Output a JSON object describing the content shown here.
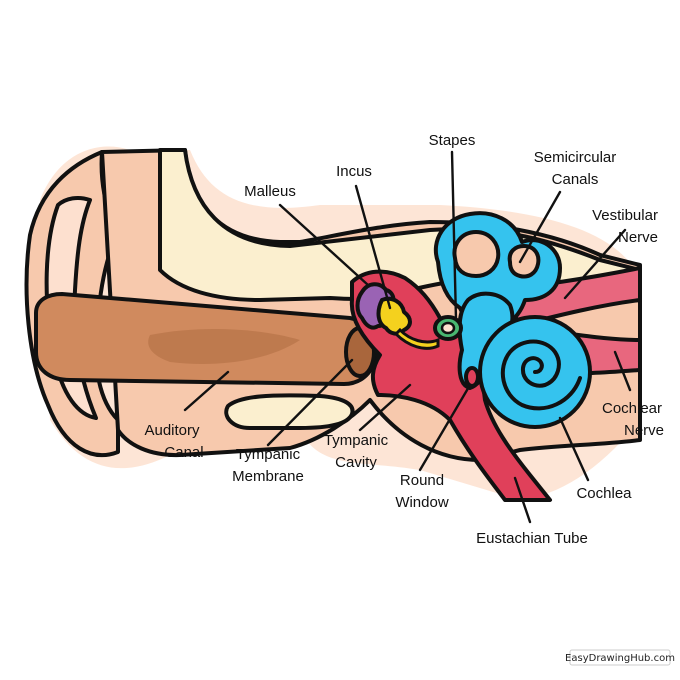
{
  "colors": {
    "skin": "#f7c9ad",
    "skin_light": "#fde0cf",
    "cartilage": "#fbefcf",
    "canal": "#d08a5e",
    "canal_dark": "#a9663c",
    "cavity": "#e0405a",
    "nerve": "#e8677e",
    "inner_ear": "#35c3ee",
    "malleus": "#9a63b4",
    "incus": "#f4d11e",
    "stapes": "#49b771",
    "outline": "#111111"
  },
  "labels": {
    "stapes": "Stapes",
    "semicircular_1": "Semicircular",
    "semicircular_2": "Canals",
    "incus": "Incus",
    "malleus": "Malleus",
    "vestibular_1": "Vestibular",
    "vestibular_2": "Nerve",
    "auditory_1": "Auditory",
    "auditory_2": "Canal",
    "tympanic_membrane_1": "Tympanic",
    "tympanic_membrane_2": "Membrane",
    "tympanic_cavity_1": "Tympanic",
    "tympanic_cavity_2": "Cavity",
    "round_window_1": "Round",
    "round_window_2": "Window",
    "cochlear_nerve_1": "Cochlear",
    "cochlear_nerve_2": "Nerve",
    "cochlea": "Cochlea",
    "eustachian": "Eustachian Tube"
  },
  "watermark": "EasyDrawingHub.com"
}
